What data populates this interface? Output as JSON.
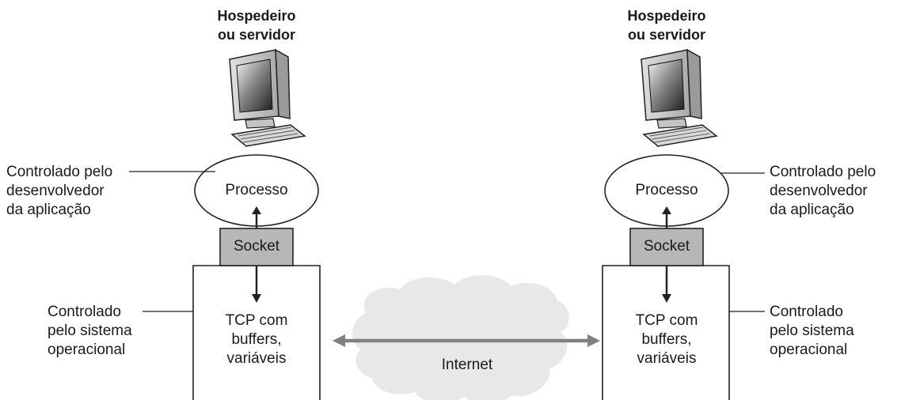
{
  "hosts": [
    {
      "title": "Hospedeiro\nou servidor",
      "process": "Processo",
      "socket": "Socket",
      "tcp": "TCP com\nbuffers,\nvariáveis",
      "dev_label": "Controlado pelo\ndesenvolvedor\nda aplicação",
      "os_label": "Controlado\npelo sistema\noperacional"
    },
    {
      "title": "Hospedeiro\nou servidor",
      "process": "Processo",
      "socket": "Socket",
      "tcp": "TCP com\nbuffers,\nvariáveis",
      "dev_label": "Controlado pelo\ndesenvolvedor\nda aplicação",
      "os_label": "Controlado\npelo sistema\noperacional"
    }
  ],
  "network": {
    "label": "Internet"
  },
  "colors": {
    "socket_fill": "#b7b7b7",
    "cloud_fill": "#e8e8e8",
    "arrow": "#808080",
    "line": "#1a1a1a"
  },
  "icons": [
    "desktop-computer-icon",
    "cloud-icon"
  ]
}
